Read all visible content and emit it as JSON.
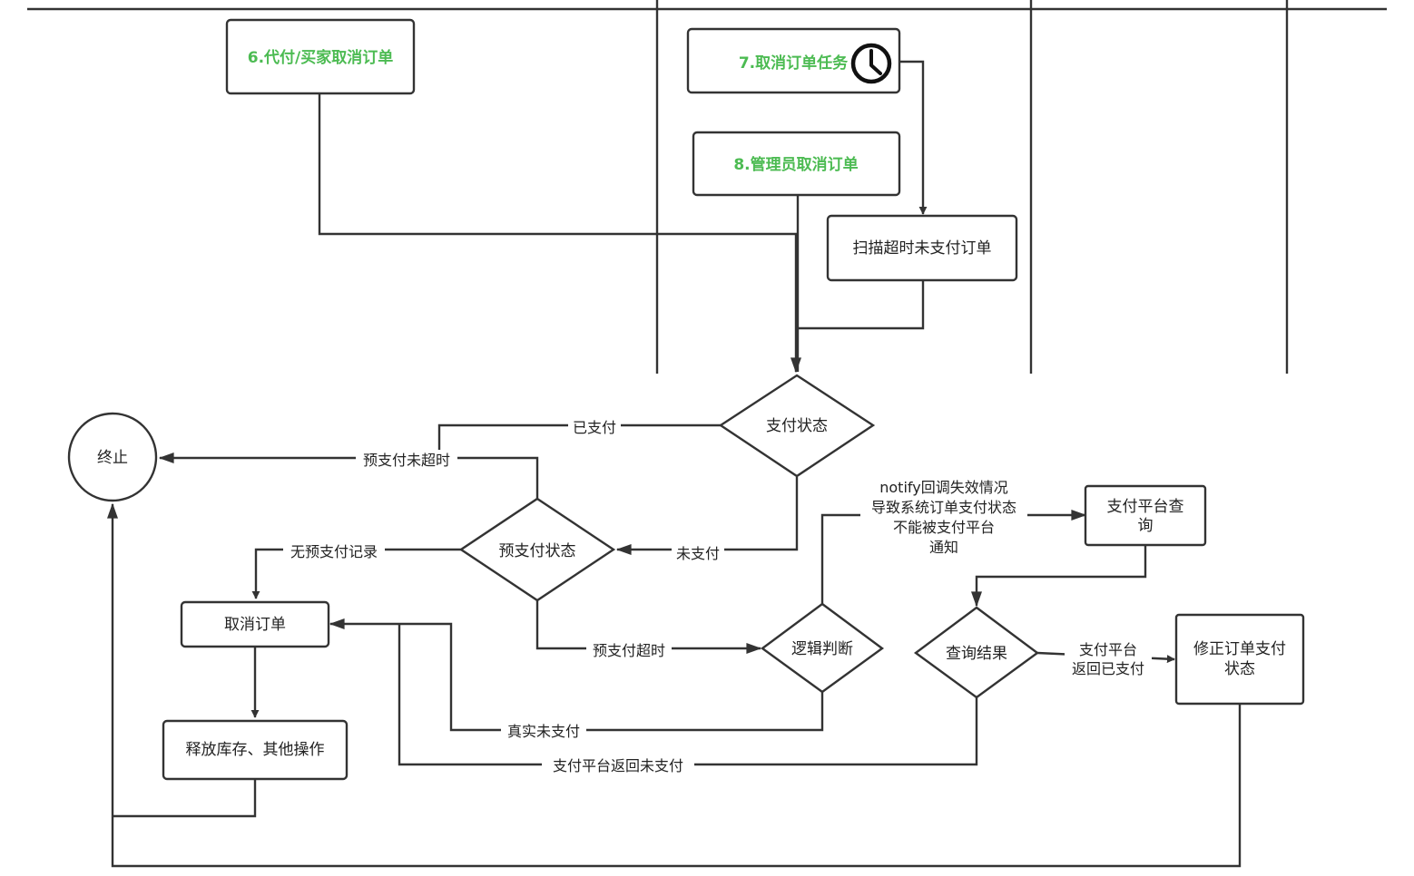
{
  "nodes": {
    "n6": "6.代付/买家取消订单",
    "n7": "7.取消订单任务",
    "n8": "8.管理员取消订单",
    "scan": "扫描超时未支付订单",
    "pay_status": "支付状态",
    "terminate": "终止",
    "prepay_status": "预支付状态",
    "cancel": "取消订单",
    "release": "释放库存、其他操作",
    "logic": "逻辑判断",
    "query_platform": "支付平台查|询",
    "query_result": "查询结果",
    "fix_status": "修正订单支付|状态"
  },
  "edges": {
    "paid": "已支付",
    "prepay_not_timeout": "预支付未超时",
    "unpaid": "未支付",
    "no_prepay_record": "无预支付记录",
    "prepay_timeout": "预支付超时",
    "notify_fail": "notify回调失效情况|导致系统订单支付状态|不能被支付平台|通知",
    "really_unpaid": "真实未支付",
    "platform_paid": "支付平台|返回已支付",
    "platform_unpaid": "支付平台返回未支付"
  },
  "colors": {
    "stroke": "#333333",
    "accent_green": "#4cbb52",
    "background": "#ffffff"
  },
  "icons": {
    "clock": "clock-icon"
  }
}
